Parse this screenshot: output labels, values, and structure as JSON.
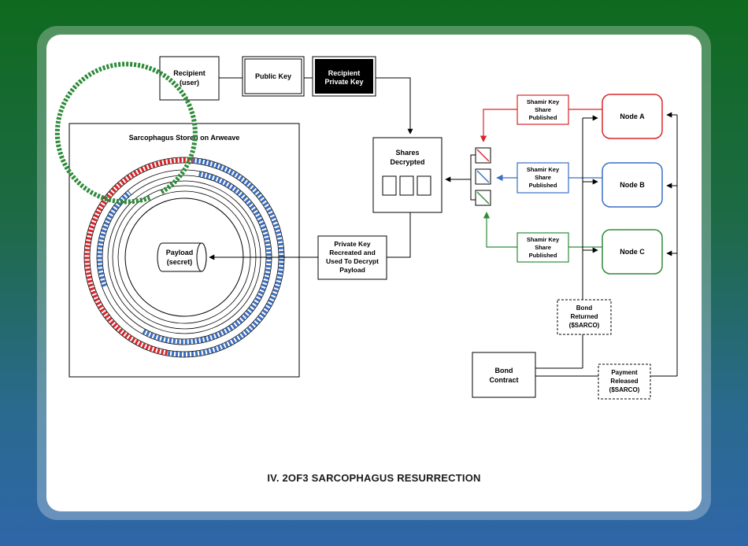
{
  "diagram": {
    "footer_title": "IV. 2OF3 SARCOPHAGUS RESURRECTION",
    "recipient": {
      "line1": "Recipient",
      "line2": "(user)"
    },
    "public_key": "Public Key",
    "recipient_private_key": {
      "line1": "Recipient",
      "line2": "Private Key"
    },
    "shares_decrypted": {
      "line1": "Shares",
      "line2": "Decrypted"
    },
    "sarcophagus_title": "Sarcophagus Stored on Arweave",
    "payload": {
      "line1": "Payload",
      "line2": "(secret)"
    },
    "private_key_recreated": {
      "line1": "Private Key",
      "line2": "Recreated and",
      "line3": "Used To Decrypt",
      "line4": "Payload"
    },
    "shamir_a": {
      "line1": "Shamir Key",
      "line2": "Share",
      "line3": "Published"
    },
    "shamir_b": {
      "line1": "Shamir Key",
      "line2": "Share",
      "line3": "Published"
    },
    "shamir_c": {
      "line1": "Shamir Key",
      "line2": "Share",
      "line3": "Published"
    },
    "node_a": "Node A",
    "node_b": "Node B",
    "node_c": "Node C",
    "bond_returned": {
      "line1": "Bond",
      "line2": "Returned",
      "line3": "($SARCO)"
    },
    "bond_contract": {
      "line1": "Bond",
      "line2": "Contract"
    },
    "payment_released": {
      "line1": "Payment",
      "line2": "Released",
      "line3": "($SARCO)"
    }
  },
  "colors": {
    "node_a": "#d9262b",
    "node_b": "#3a6fc4",
    "node_c": "#2e8b3a"
  }
}
